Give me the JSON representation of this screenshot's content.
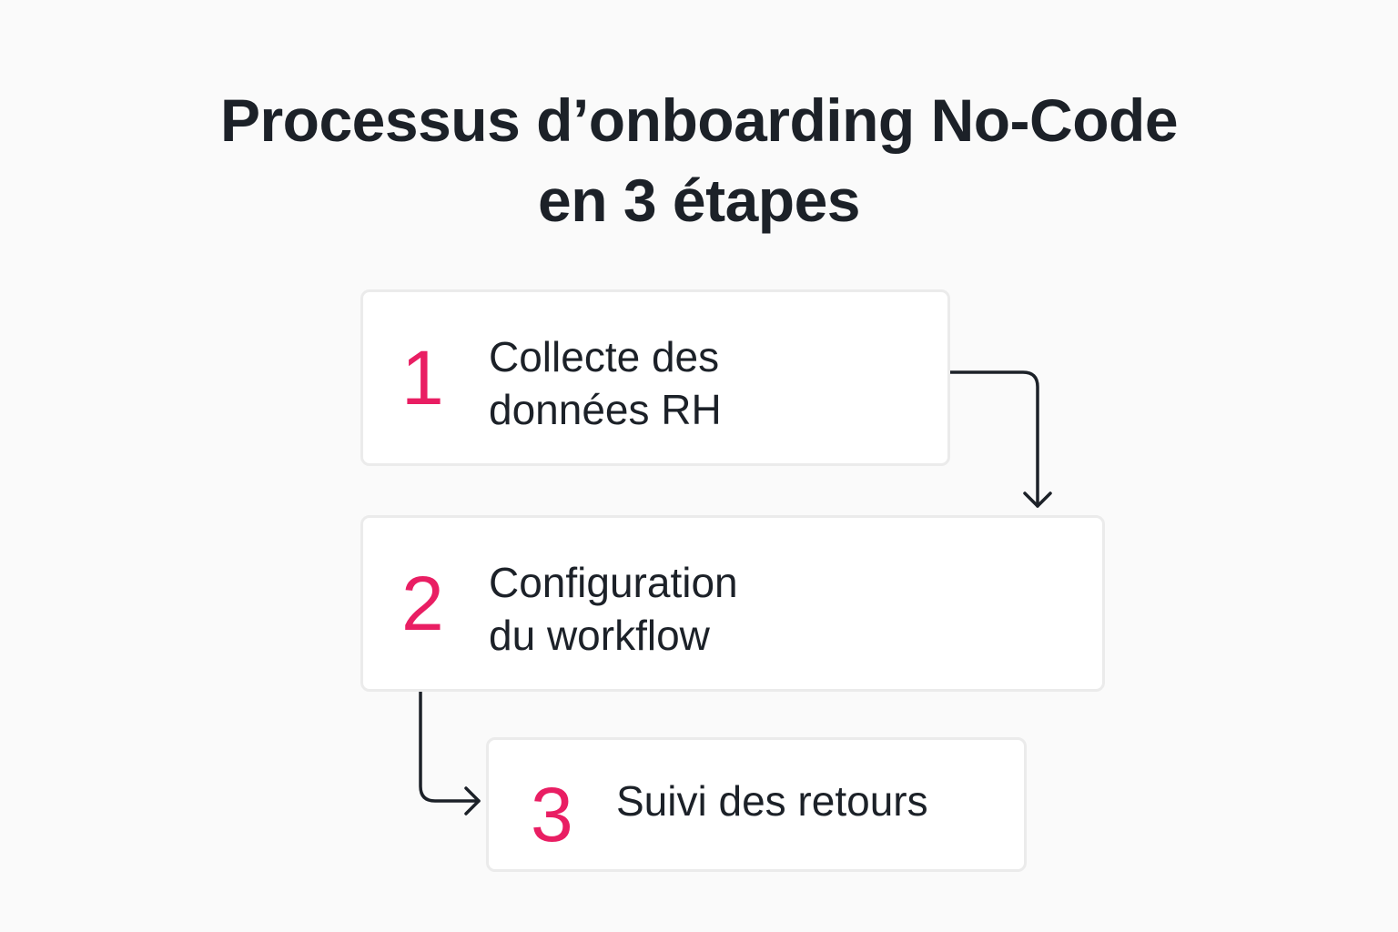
{
  "title": {
    "line1": "Processus d’onboarding No-Code",
    "line2": "en 3 étapes"
  },
  "accent_color": "#e91e63",
  "text_color": "#1c2128",
  "steps": [
    {
      "number": "1",
      "label_lines": [
        "Collecte des",
        "données RH"
      ]
    },
    {
      "number": "2",
      "label_lines": [
        "Configuration",
        "du workflow"
      ]
    },
    {
      "number": "3",
      "label_lines": [
        "Suivi des retours"
      ]
    }
  ],
  "connectors": [
    {
      "from": "step-1",
      "to": "step-2",
      "icon": "arrow-down-icon"
    },
    {
      "from": "step-2",
      "to": "step-3",
      "icon": "arrow-right-icon"
    }
  ]
}
